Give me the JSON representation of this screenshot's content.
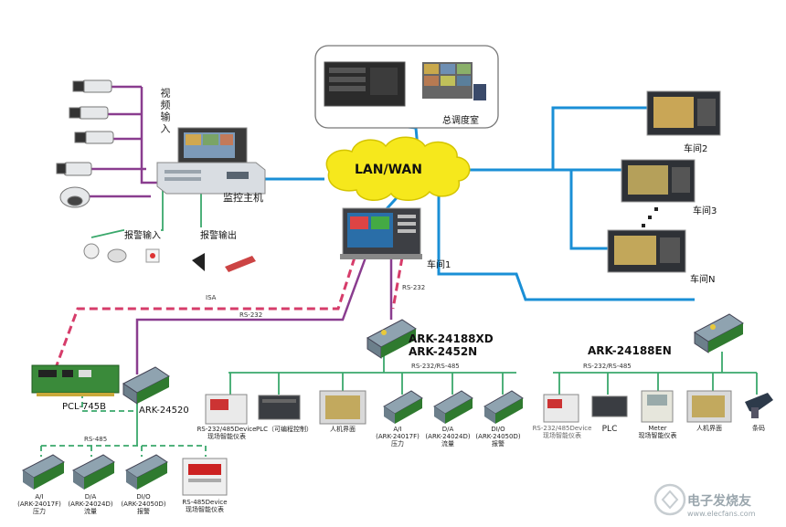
{
  "labels": {
    "video_input": "视频输入",
    "monitor_host": "监控主机",
    "dispatch_room": "总调度室",
    "lan_wan": "LAN/WAN",
    "workshop1": "车间1",
    "workshop2": "车间2",
    "workshop3": "车间3",
    "workshopN": "车间N",
    "alarm_input": "报警输入",
    "alarm_output": "报警输出",
    "isa": "ISA",
    "rs232_a": "RS-232",
    "rs232_b": "RS-232",
    "ark24188xd": "ARK-24188XD",
    "ark2452n": "ARK-2452N",
    "rs232_485_mid": "RS-232/RS-485",
    "ark24188en": "ARK-24188EN",
    "rs232_485_right": "RS-232/RS-485",
    "pcl745b": "PCL-745B",
    "ark24520": "ARK-24520",
    "rs485_left": "RS-485",
    "mid_dev1_l1": "RS-232/485Device",
    "mid_dev1_l2": "现场智能仪表",
    "mid_plc": "PLC（可编程控制）",
    "mid_hmi": "人机界面",
    "mid_ai_l1": "A/I",
    "mid_ai_l2": "(ARK-24017F)",
    "mid_ai_l3": "压力",
    "mid_da_l1": "D/A",
    "mid_da_l2": "(ARK-24024D)",
    "mid_da_l3": "流量",
    "mid_dio_l1": "DI/O",
    "mid_dio_l2": "(ARK-24050D)",
    "mid_dio_l3": "报警",
    "right_dev1_l1": "RS-232/485Device",
    "right_dev1_l2": "现场智能仪表",
    "right_plc": "PLC",
    "right_meter_l1": "Meter",
    "right_meter_l2": "现场智能仪表",
    "right_hmi": "人机界面",
    "right_code": "条码",
    "left_ai_l1": "A/I",
    "left_ai_l2": "(ARK-24017F)",
    "left_ai_l3": "压力",
    "left_da_l1": "D/A",
    "left_da_l2": "(ARK-24024D)",
    "left_da_l3": "流量",
    "left_dio_l1": "DI/O",
    "left_dio_l2": "(ARK-24050D)",
    "left_dio_l3": "报警",
    "left_rs485dev_l1": "RS-485Device",
    "left_rs485dev_l2": "现场智能仪表",
    "watermark": "电子发烧友",
    "watermark_url": "www.elecfans.com"
  },
  "colors": {
    "lan_blue": "#1a8fd6",
    "serial_purple": "#8a3d8f",
    "isa_red": "#d63c6a",
    "field_green": "#3aa86b",
    "cloud_yellow": "#f6e81c"
  }
}
